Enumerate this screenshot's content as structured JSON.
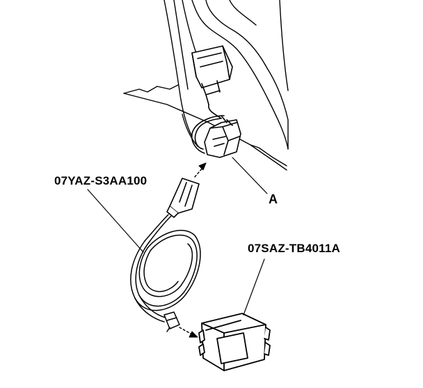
{
  "diagram": {
    "callouts": {
      "connector": "A",
      "adapter_harness": "07YAZ-S3AA100",
      "tester_box": "07SAZ-TB4011A"
    }
  }
}
